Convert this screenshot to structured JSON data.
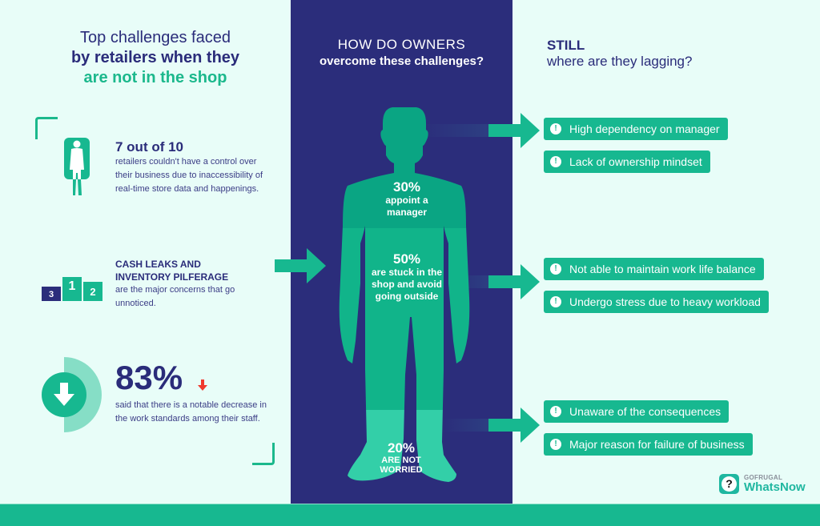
{
  "colors": {
    "background": "#e8fdf8",
    "navy": "#2b2d7b",
    "green": "#17b890",
    "green_dark": "#0aa583",
    "green_light": "#33cfa8",
    "alert_red": "#f03a2e"
  },
  "left": {
    "title": {
      "line1": "Top challenges faced",
      "line2": "by retailers when they",
      "line3": "are not in the shop"
    },
    "stat1": {
      "icon": "person-icon",
      "headline": "7 out of 10",
      "body": "retailers couldn't have a control over their business due to inaccessibility of real-time store data and happenings."
    },
    "stat2": {
      "icon": "podium-icon",
      "podium": [
        "3",
        "1",
        "2"
      ],
      "headline_line1": "CASH LEAKS AND",
      "headline_line2": "INVENTORY PILFERAGE",
      "body": "are the major concerns that go unnoticed."
    },
    "stat3": {
      "icon": "down-arrow-circle-icon",
      "value": "83%",
      "trend_icon": "down-arrow-icon",
      "body": "said that there is a notable decrease in the work standards among their staff."
    }
  },
  "center": {
    "title": {
      "line1": "HOW DO OWNERS",
      "line2": "overcome these challenges?"
    },
    "segments": [
      {
        "pct": "30%",
        "text": "appoint a manager"
      },
      {
        "pct": "50%",
        "text": "are stuck in the shop and avoid going outside"
      },
      {
        "pct": "20%",
        "text": "ARE NOT WORRIED"
      }
    ]
  },
  "right": {
    "title": {
      "line1": "STILL",
      "line2": "where are they lagging?"
    },
    "groups": [
      {
        "items": [
          "High dependency on manager",
          "Lack of ownership mindset"
        ]
      },
      {
        "items": [
          "Not able to maintain work life balance",
          "Undergo stress due to heavy workload"
        ]
      },
      {
        "items": [
          "Unaware of the consequences",
          "Major reason for failure of business"
        ]
      }
    ],
    "alert_glyph": "!"
  },
  "logo": {
    "icon_glyph": "?",
    "brand": "GOFRUGAL",
    "product": "WhatsNow"
  }
}
